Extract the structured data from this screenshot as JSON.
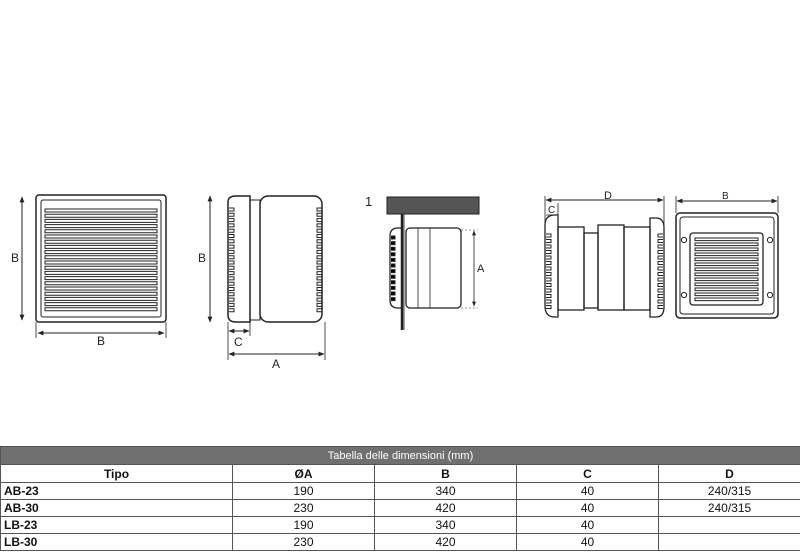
{
  "figures": {
    "front_view": {
      "height_label": "B",
      "width_label": "B"
    },
    "side_view": {
      "height_label": "B",
      "depth_small_label": "C",
      "depth_label": "A"
    },
    "wall_mount_view": {
      "step_number": "1",
      "height_label": "A"
    },
    "top_view": {
      "total_label": "D",
      "flange_label": "C"
    },
    "back_view": {
      "width_label": "B"
    }
  },
  "table": {
    "caption": "Tabella delle dimensioni (mm)",
    "headers": [
      "Tipo",
      "ØA",
      "B",
      "C",
      "D"
    ],
    "rows": [
      [
        "AB-23",
        "190",
        "340",
        "40",
        "240/315"
      ],
      [
        "AB-30",
        "230",
        "420",
        "40",
        "240/315"
      ],
      [
        "LB-23",
        "190",
        "340",
        "40",
        ""
      ],
      [
        "LB-30",
        "230",
        "420",
        "40",
        ""
      ]
    ]
  }
}
